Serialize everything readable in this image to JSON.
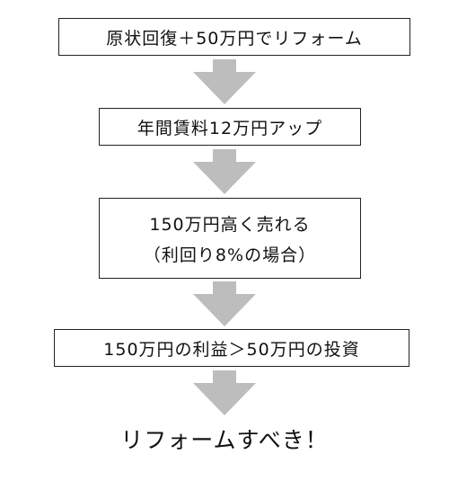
{
  "flow": {
    "step1": "原状回復＋50万円でリフォーム",
    "step2": "年間賃料12万円アップ",
    "step3_line1": "150万円高く売れる",
    "step3_line2": "（利回り8%の場合）",
    "step4": "150万円の利益＞50万円の投資",
    "conclusion": "リフォームすべき！"
  },
  "colors": {
    "arrow": "#bdbdbd",
    "border": "#222222"
  }
}
